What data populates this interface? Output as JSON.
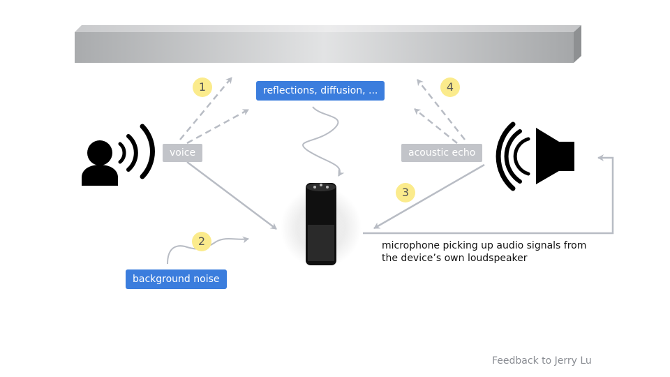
{
  "labels": {
    "reflections": "reflections, diffusion, ...",
    "voice": "voice",
    "acoustic_echo": "acoustic echo",
    "background_noise": "background noise"
  },
  "markers": [
    "1",
    "2",
    "3",
    "4"
  ],
  "caption": {
    "line1": "microphone picking up audio signals from",
    "line2": "the device’s own loudspeaker"
  },
  "footer": "Feedback to Jerry Lu",
  "icons": {
    "ceiling": "ceiling-surface-icon",
    "person": "person-speaking-icon",
    "speaker": "loudspeaker-icon",
    "device": "smart-speaker-device-icon"
  },
  "colors": {
    "label_blue": "#3b7ddd",
    "label_gray": "#c2c4c9",
    "marker_yellow": "#fbeb8c",
    "arrow_gray": "#b8bcc4"
  }
}
